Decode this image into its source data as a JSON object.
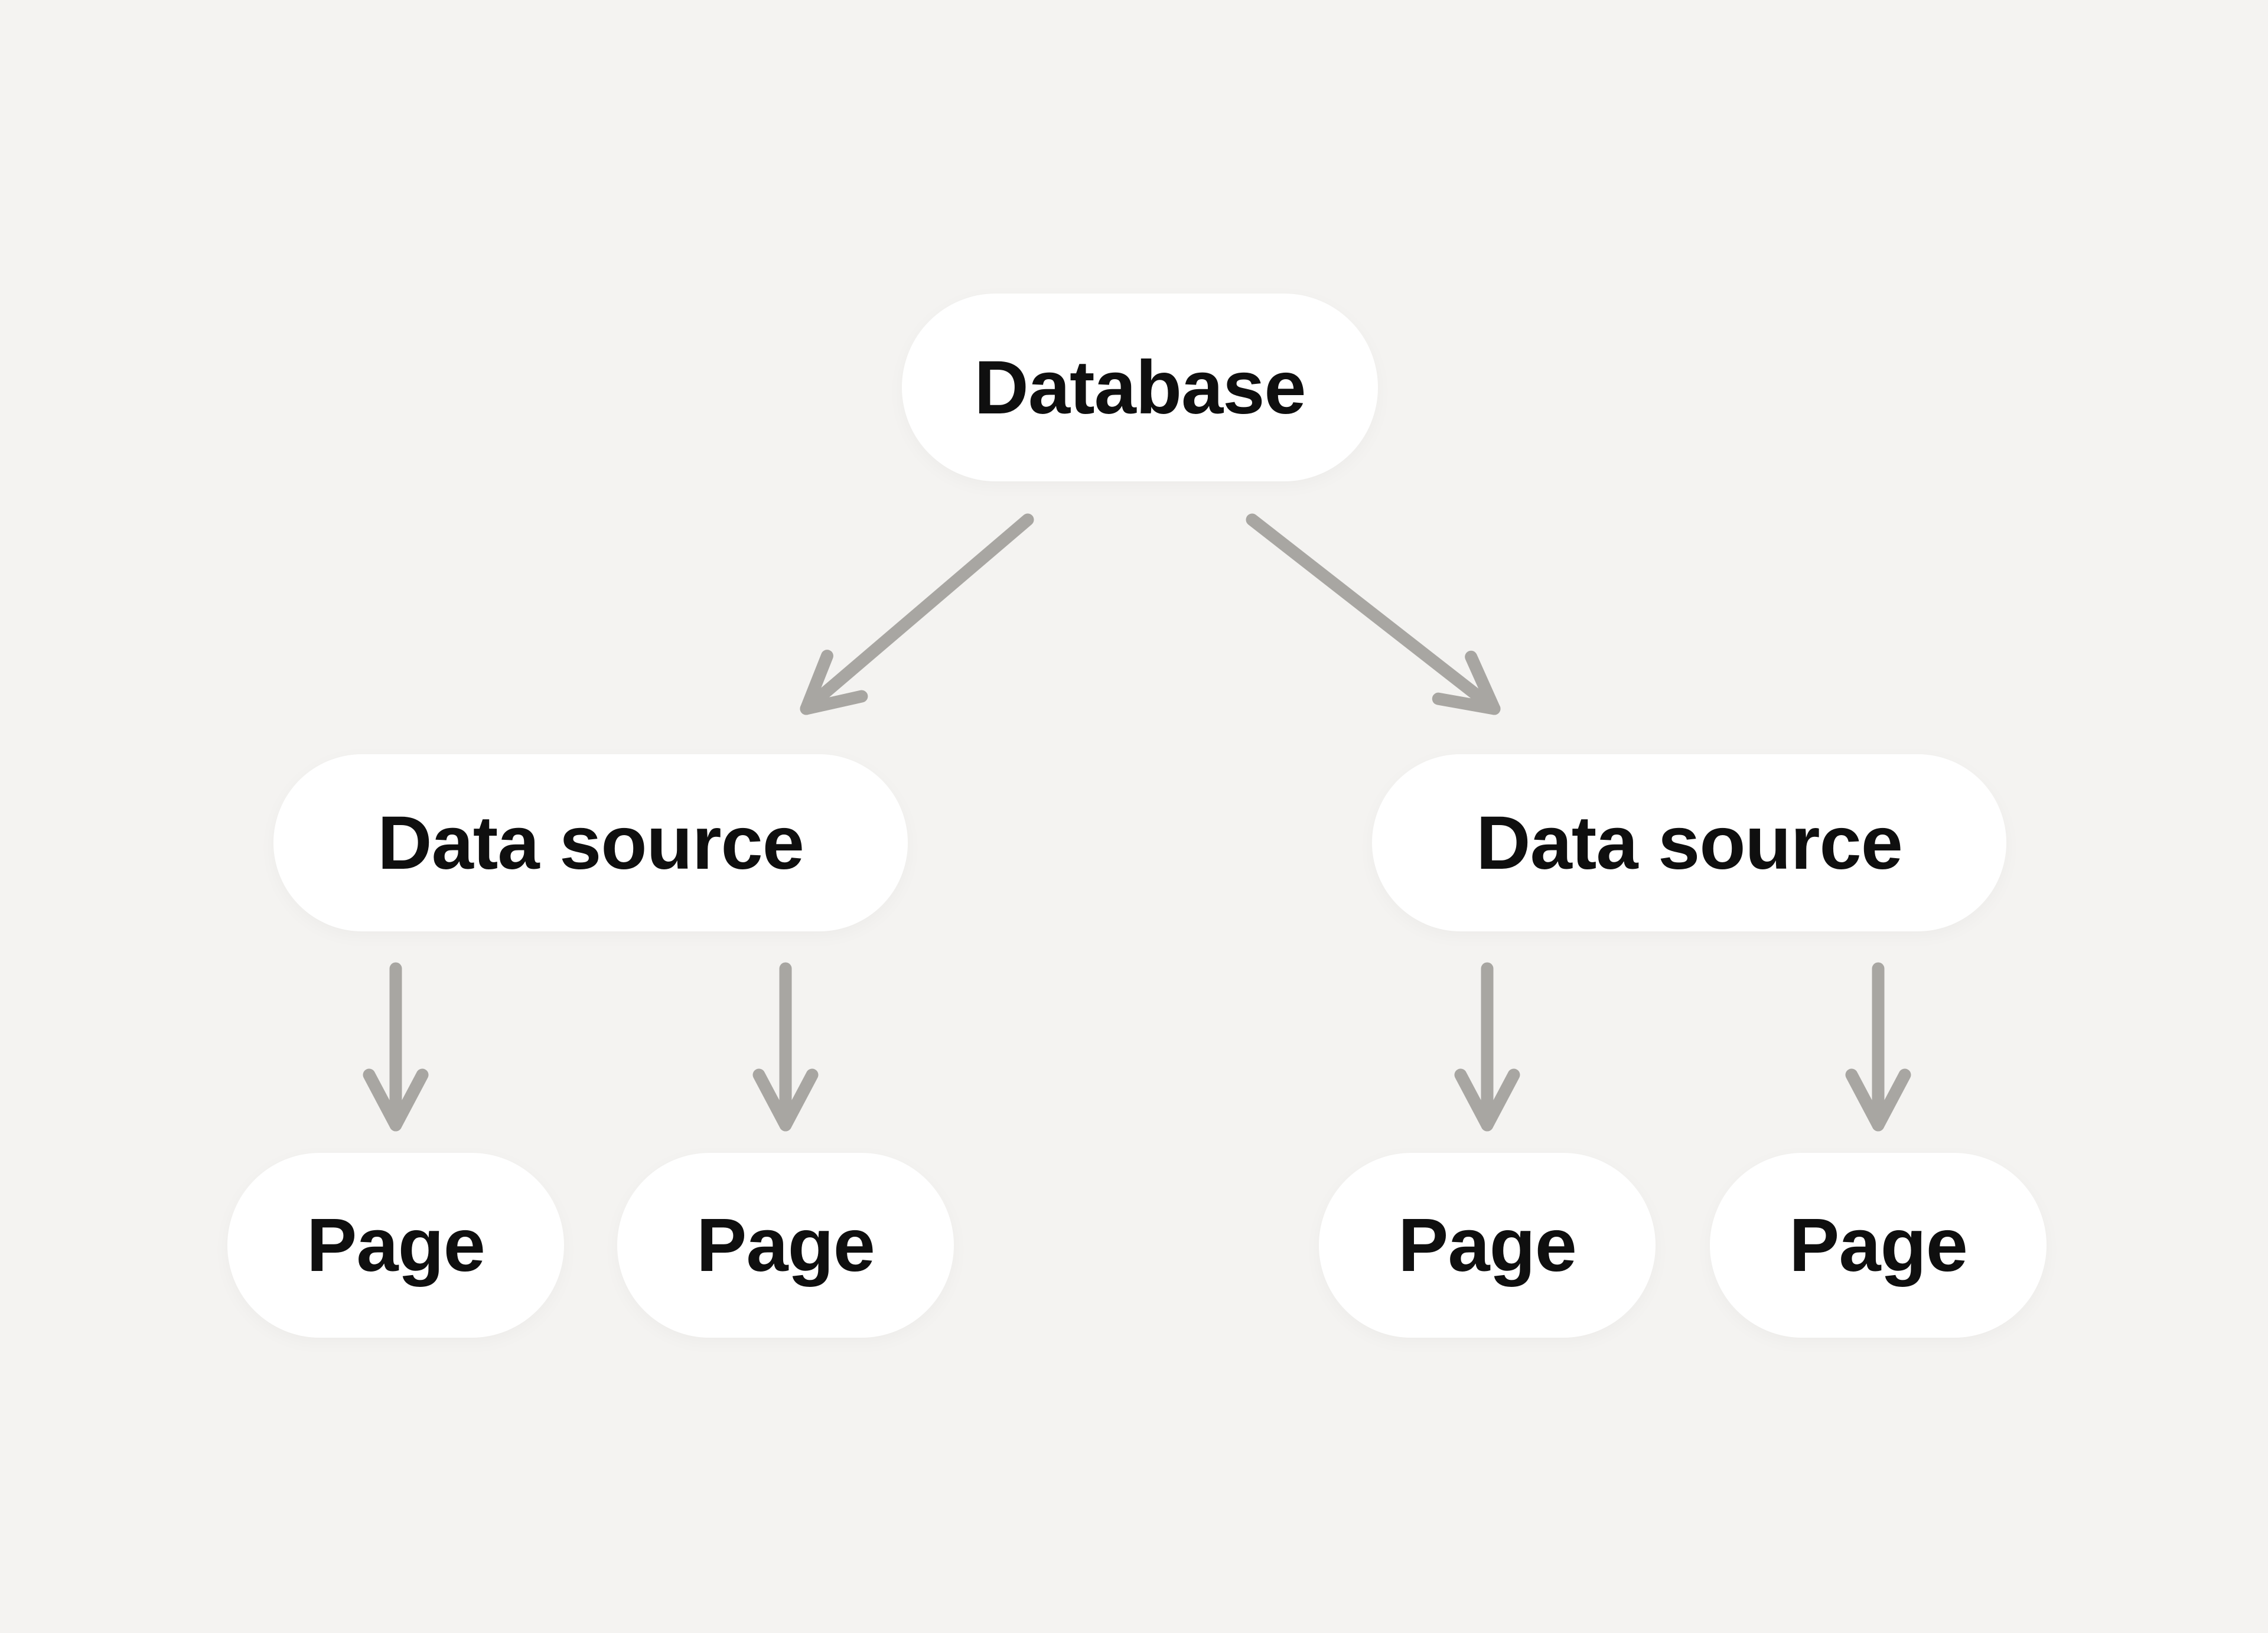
{
  "diagram": {
    "type": "tree",
    "nodes": {
      "database": {
        "label": "Database"
      },
      "data_source_left": {
        "label": "Data source"
      },
      "data_source_right": {
        "label": "Data source"
      },
      "page_1": {
        "label": "Page"
      },
      "page_2": {
        "label": "Page"
      },
      "page_3": {
        "label": "Page"
      },
      "page_4": {
        "label": "Page"
      }
    },
    "edges": [
      {
        "from": "database",
        "to": "data_source_left"
      },
      {
        "from": "database",
        "to": "data_source_right"
      },
      {
        "from": "data_source_left",
        "to": "page_1"
      },
      {
        "from": "data_source_left",
        "to": "page_2"
      },
      {
        "from": "data_source_right",
        "to": "page_3"
      },
      {
        "from": "data_source_right",
        "to": "page_4"
      }
    ],
    "colors": {
      "background": "#f4f3f1",
      "node_fill": "#ffffff",
      "node_text": "#0f0f0f",
      "arrow": "#a8a6a2"
    }
  }
}
